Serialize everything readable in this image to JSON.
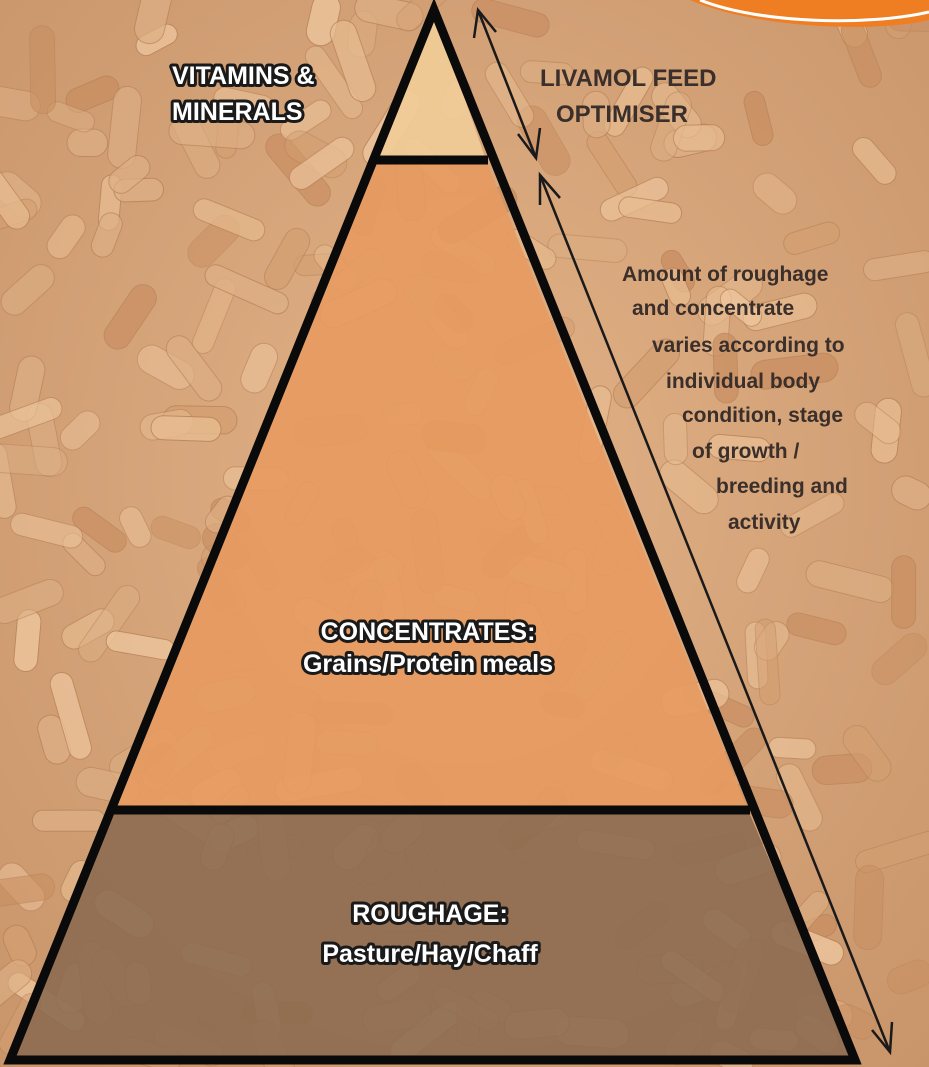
{
  "pyramid": {
    "top_label_line1": "VITAMINS &",
    "top_label_line2": "MINERALS",
    "middle_label_line1": "CONCENTRATES:",
    "middle_label_line2": "Grains/Protein meals",
    "bottom_label_line1": "ROUGHAGE:",
    "bottom_label_line2": "Pasture/Hay/Chaff"
  },
  "annotations": {
    "optimiser_line1": "LIVAMOL FEED",
    "optimiser_line2": "OPTIMISER",
    "note_lines": [
      "Amount of roughage",
      "and concentrate",
      "varies according to",
      "individual body",
      "condition, stage",
      "of growth /",
      "breeding and",
      "activity"
    ]
  },
  "colors": {
    "background": "#d9a679",
    "pellet": "#e6b98b",
    "top_tier": "#f1cc97",
    "middle_tier": "#e79a5f",
    "bottom_tier": "#8b6a50",
    "outline": "#0a0a0a",
    "accent": "#ef7d22"
  }
}
